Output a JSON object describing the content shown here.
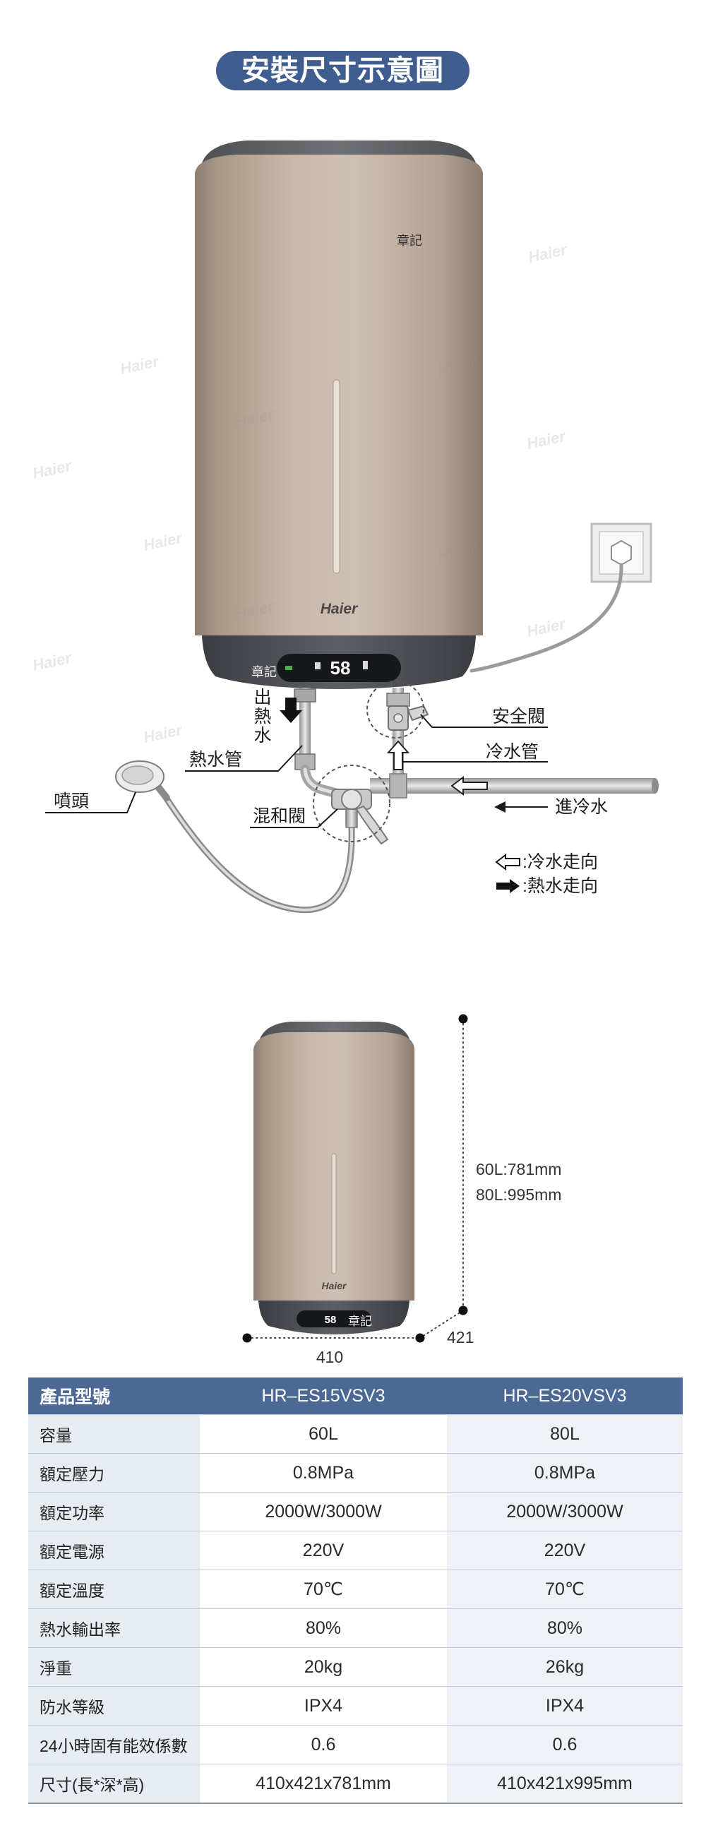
{
  "title": "安裝尺寸示意圖",
  "watermark": "Haier",
  "theme": {
    "title_bg": "#3f5d8f",
    "table_header_bg": "#4c6996",
    "table_label_bg": "#e7ebf2"
  },
  "installation_diagram": {
    "heater": {
      "brand_logo": "Haier",
      "stamp": "章記",
      "display_reading": "58"
    },
    "labels": {
      "hot_water_outlet": "出熱水",
      "hot_water_pipe": "熱水管",
      "shower_head": "噴頭",
      "mixing_valve": "混和閥",
      "safety_valve": "安全閥",
      "cold_water_pipe": "冷水管",
      "cold_water_inlet": "進冷水"
    },
    "legend": [
      {
        "icon": "hollow-left-arrow-icon",
        "text": ":冷水走向"
      },
      {
        "icon": "solid-right-arrow-icon",
        "text": ":熱水走向"
      }
    ]
  },
  "dimension_diagram": {
    "heater": {
      "brand_logo": "Haier",
      "stamp": "章記",
      "display_reading": "58"
    },
    "height_60L": "60L:781mm",
    "height_80L": "80L:995mm",
    "depth": "421",
    "width": "410"
  },
  "spec_table": {
    "headers": [
      "產品型號",
      "HR–ES15VSV3",
      "HR–ES20VSV3"
    ],
    "rows": [
      {
        "label": "容量",
        "values": [
          "60L",
          "80L"
        ]
      },
      {
        "label": "額定壓力",
        "values": [
          "0.8MPa",
          "0.8MPa"
        ]
      },
      {
        "label": "額定功率",
        "values": [
          "2000W/3000W",
          "2000W/3000W"
        ]
      },
      {
        "label": "額定電源",
        "values": [
          "220V",
          "220V"
        ]
      },
      {
        "label": "額定溫度",
        "values": [
          "70℃",
          "70℃"
        ]
      },
      {
        "label": "熱水輸出率",
        "values": [
          "80%",
          "80%"
        ]
      },
      {
        "label": "淨重",
        "values": [
          "20kg",
          "26kg"
        ]
      },
      {
        "label": "防水等級",
        "values": [
          "IPX4",
          "IPX4"
        ]
      },
      {
        "label": "24小時固有能效係數",
        "values": [
          "0.6",
          "0.6"
        ]
      },
      {
        "label": "尺寸(長*深*高)",
        "values": [
          "410x421x781mm",
          "410x421x995mm"
        ]
      }
    ]
  }
}
